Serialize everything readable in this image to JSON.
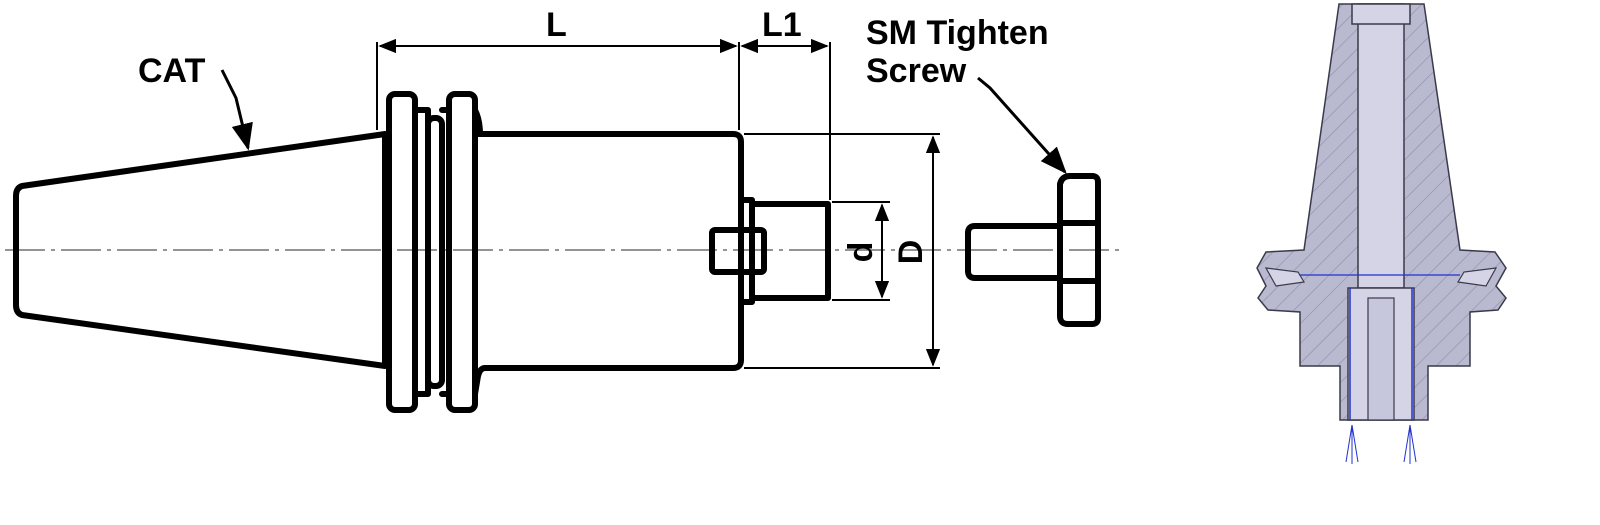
{
  "labels": {
    "cat": "CAT",
    "length": "L",
    "length1": "L1",
    "screw_line1": "SM Tighten",
    "screw_line2": "Screw",
    "bore_diameter": "d",
    "outer_diameter": "D"
  },
  "colors": {
    "ink": "#000000",
    "section_fill": "#b9b9d0",
    "bore_fill": "#d4d4e6",
    "coolant_lines": "#2233cc"
  }
}
